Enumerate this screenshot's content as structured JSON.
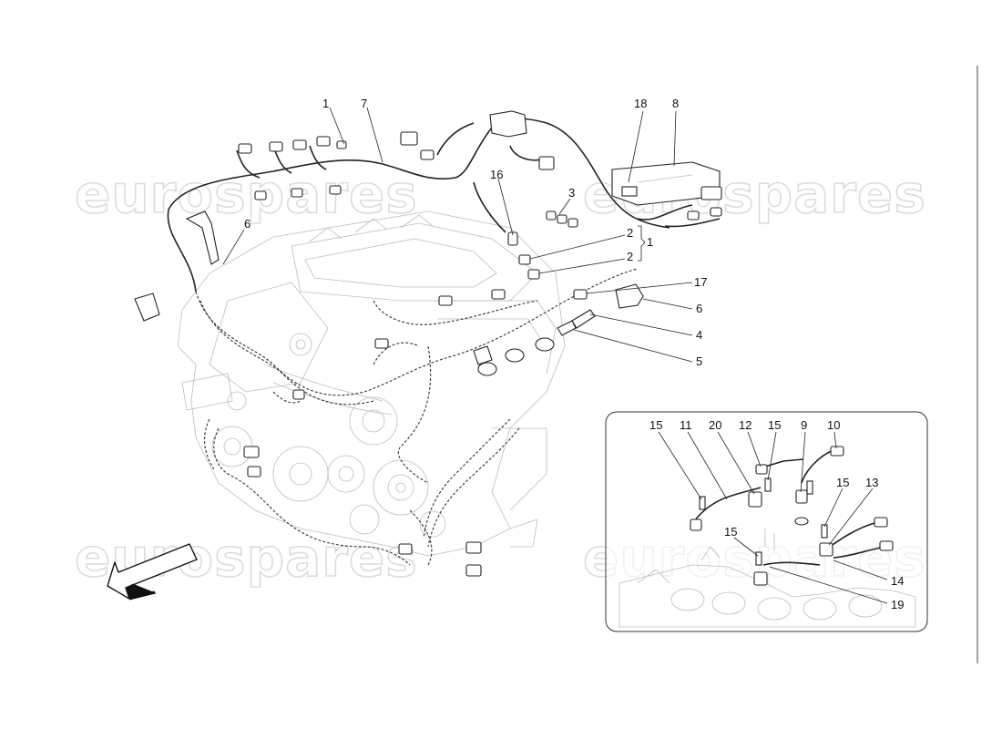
{
  "watermark": {
    "brand": "eurospares"
  },
  "main_callouts": [
    {
      "id": "c1",
      "label": "1"
    },
    {
      "id": "c7",
      "label": "7"
    },
    {
      "id": "c18",
      "label": "18"
    },
    {
      "id": "c8",
      "label": "8"
    },
    {
      "id": "c16",
      "label": "16"
    },
    {
      "id": "c3",
      "label": "3"
    },
    {
      "id": "c6a",
      "label": "6"
    },
    {
      "id": "c2a",
      "label": "2"
    },
    {
      "id": "c2b",
      "label": "2"
    },
    {
      "id": "c1b",
      "label": "1"
    },
    {
      "id": "c17",
      "label": "17"
    },
    {
      "id": "c6b",
      "label": "6"
    },
    {
      "id": "c4",
      "label": "4"
    },
    {
      "id": "c5",
      "label": "5"
    }
  ],
  "inset_callouts": [
    {
      "id": "i15a",
      "label": "15"
    },
    {
      "id": "i11",
      "label": "11"
    },
    {
      "id": "i20",
      "label": "20"
    },
    {
      "id": "i12",
      "label": "12"
    },
    {
      "id": "i15b",
      "label": "15"
    },
    {
      "id": "i9",
      "label": "9"
    },
    {
      "id": "i10",
      "label": "10"
    },
    {
      "id": "i15c",
      "label": "15"
    },
    {
      "id": "i13",
      "label": "13"
    },
    {
      "id": "i15d",
      "label": "15"
    },
    {
      "id": "i14",
      "label": "14"
    },
    {
      "id": "i19",
      "label": "19"
    }
  ],
  "direction_arrow_icon": "front-direction-arrow"
}
